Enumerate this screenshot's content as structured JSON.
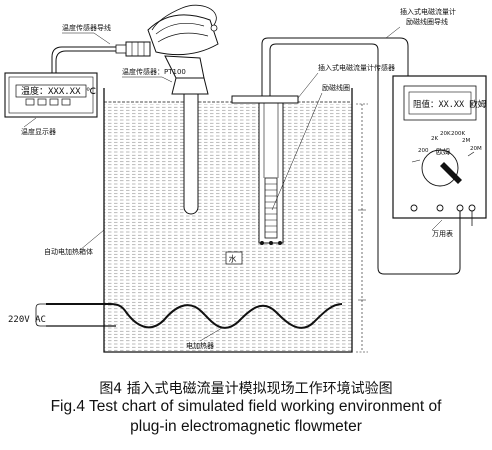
{
  "diagram": {
    "labels": {
      "temp_wire": "温度传感器导线",
      "temp_display": "温度：XXX.XX ℃",
      "temp_meter": "温度显示器",
      "temp_sensor": "温度传感器：PT100",
      "probe": "插入式电磁流量计传感器",
      "excite_coil": "励磁线圈",
      "meter_wire": "插入式电磁流量计\n励磁线圈导线",
      "multimeter_display": "阻值：XX.XX 欧姆",
      "multimeter_unit": "欧姆",
      "multimeter": "万用表",
      "heater_box": "自动电加热箱体",
      "water": "水",
      "voltage": "220V AC",
      "heater": "电加热器",
      "scale": [
        "200",
        "2K",
        "20K",
        "200K",
        "2M",
        "20M"
      ]
    }
  },
  "caption": {
    "zh": "图4   插入式电磁流量计模拟现场工作环境试验图",
    "en_line1": "Fig.4   Test chart of simulated field working environment of",
    "en_line2": "plug-in electromagnetic flowmeter"
  },
  "colors": {
    "ink": "#111111",
    "water_line": "#7a7a7a"
  }
}
